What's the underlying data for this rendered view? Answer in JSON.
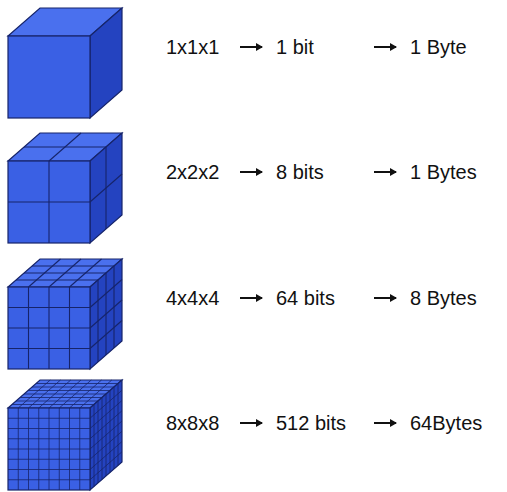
{
  "diagram": {
    "labels": [
      "1x1x1",
      "1 bit",
      "1 Byte",
      "2x2x2",
      "8 bits",
      "1 Bytes",
      "4x4x4",
      "64 bits",
      "8 Bytes",
      "8x8x8",
      "512 bits",
      "64Bytes"
    ]
  }
}
